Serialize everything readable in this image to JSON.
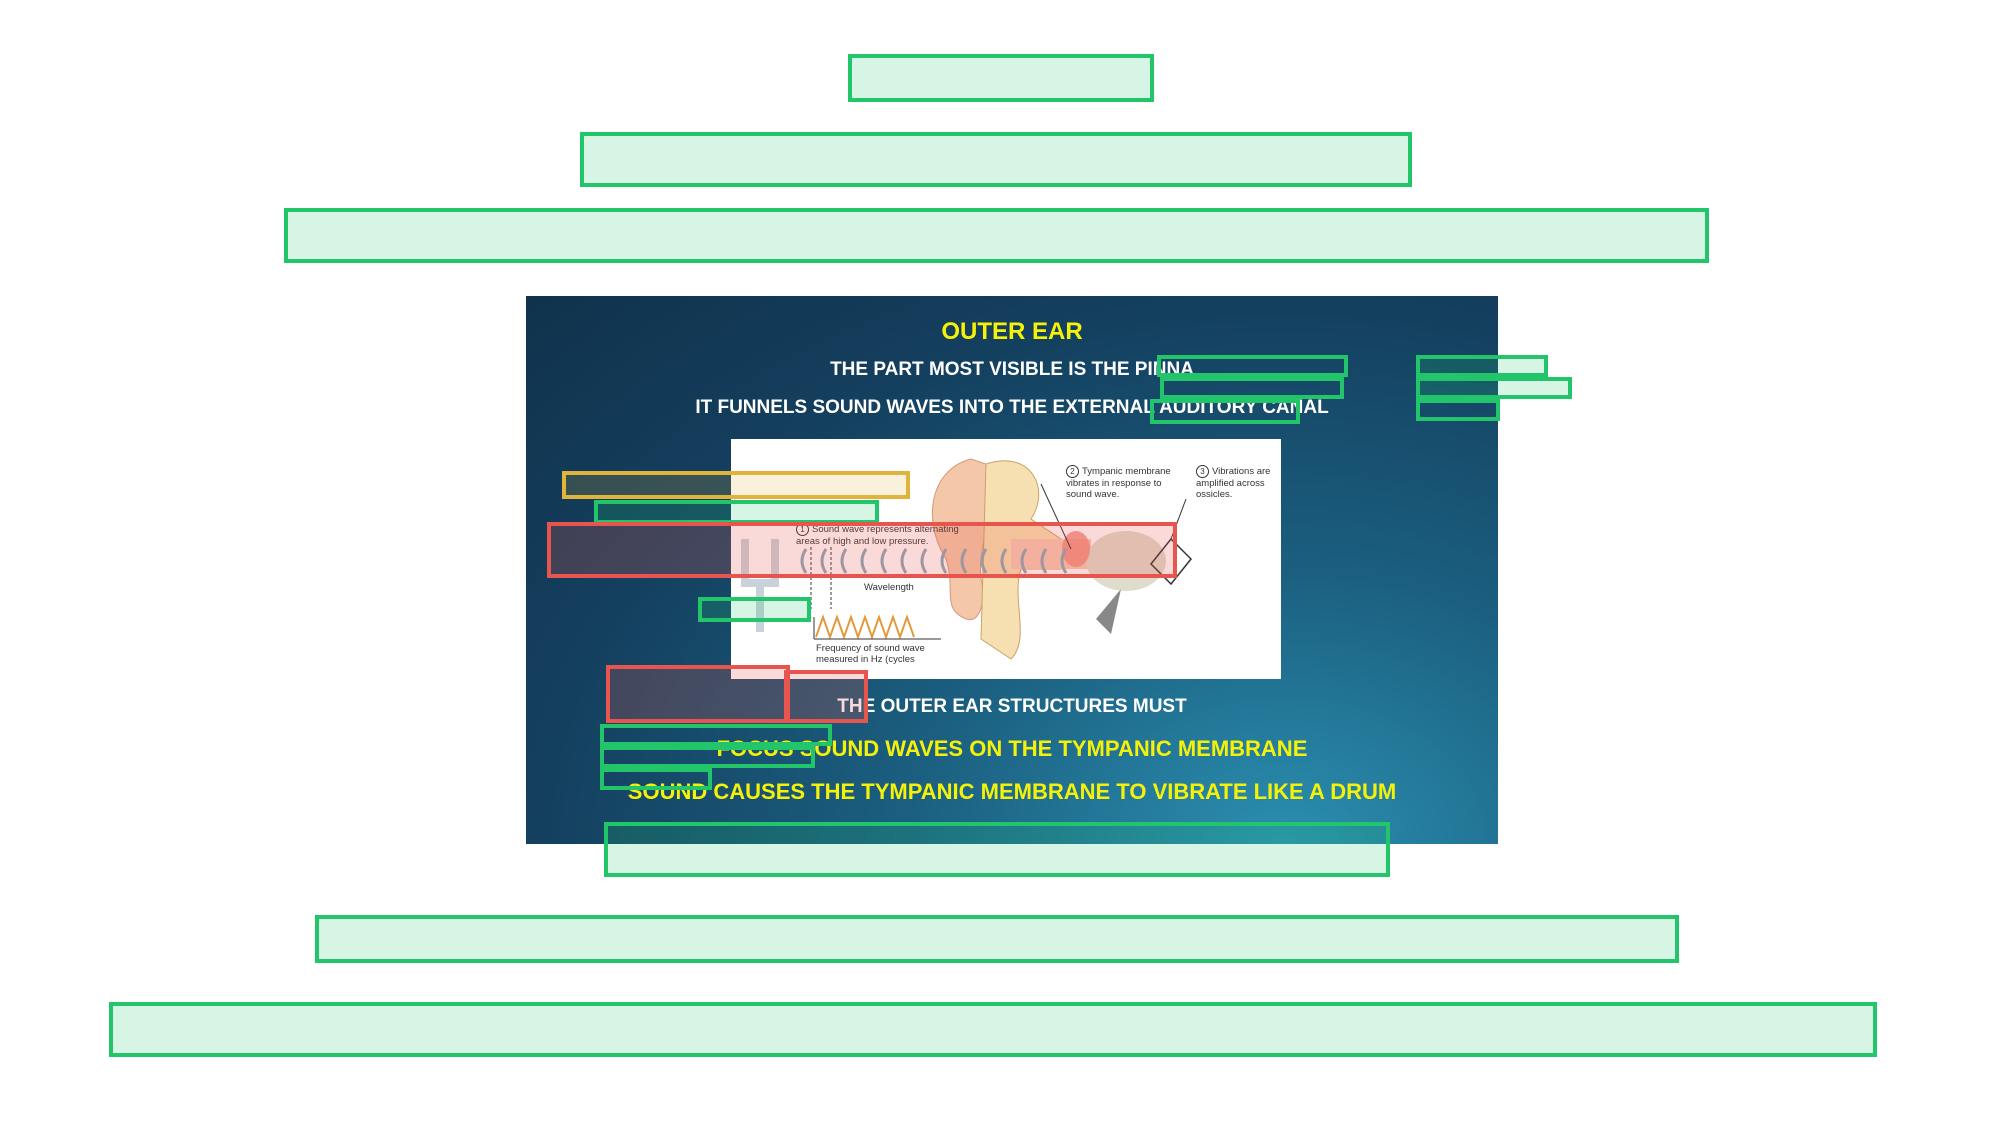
{
  "slide": {
    "title": "OUTER EAR",
    "line1": "THE PART MOST VISIBLE IS THE PINNA",
    "line2": "IT FUNNELS SOUND WAVES INTO THE EXTERNAL AUDITORY CANAL",
    "line3": "THE OUTER EAR STRUCTURES MUST",
    "line4": "FOCUS SOUND WAVES ON THE TYMPANIC MEMBRANE",
    "line5": "SOUND CAUSES THE TYMPANIC MEMBRANE TO VIBRATE LIKE A DRUM"
  },
  "diagram": {
    "label1_num": "1",
    "label1": "Sound wave represents alternating areas of high and low pressure.",
    "label2_num": "2",
    "label2": "Tympanic membrane vibrates in response to sound wave.",
    "label3_num": "3",
    "label3": "Vibrations are amplified across ossicles.",
    "wavelength": "Wavelength",
    "frequency": "Frequency of sound wave measured in Hz (cycles"
  },
  "colors": {
    "green_box": "#22c56a",
    "red_box": "#e8554e",
    "yellow_box": "#e0b43a",
    "slide_text_yellow": "#f5f20a",
    "slide_bg": "#143f5e"
  }
}
